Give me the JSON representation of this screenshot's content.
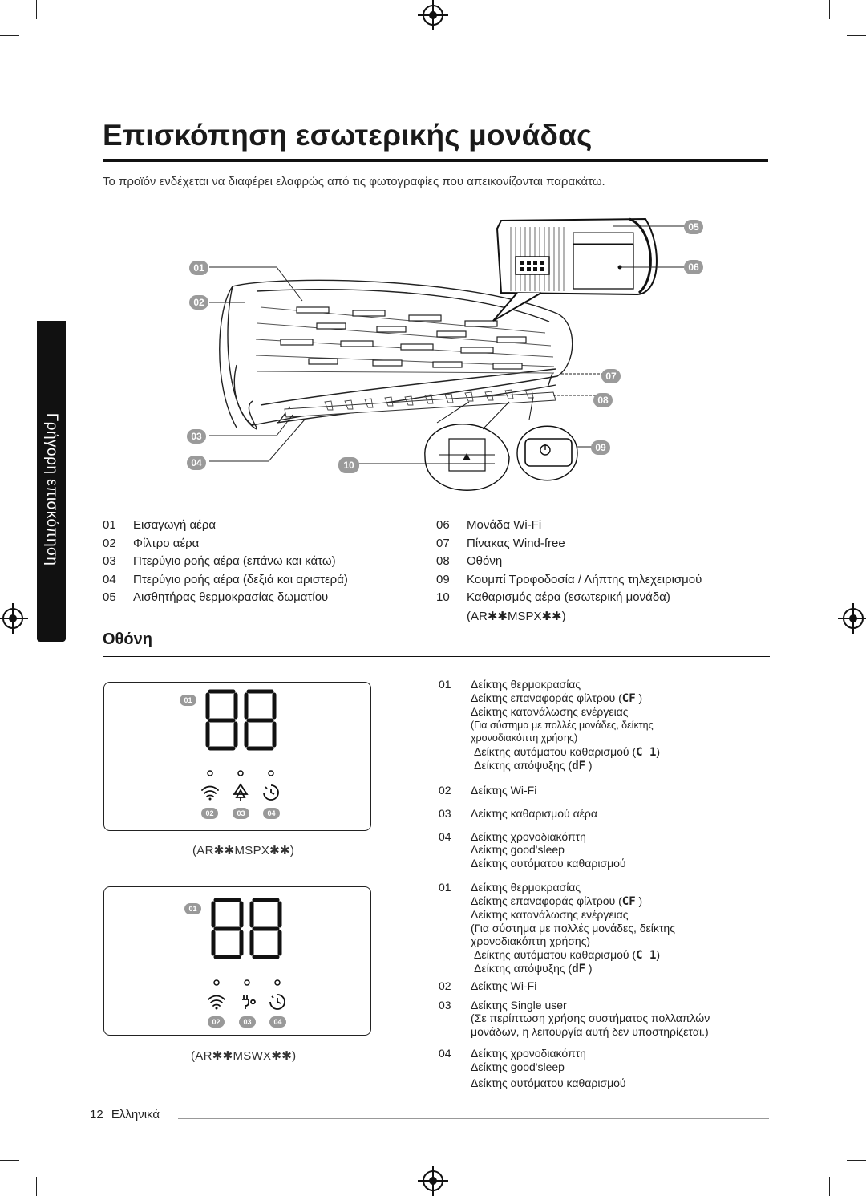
{
  "title": "Επισκόπηση εσωτερικής μονάδας",
  "intro": "Το προϊόν ενδέχεται να διαφέρει ελαφρώς από τις φωτογραφίες που απεικονίζονται παρακάτω.",
  "side_tab": "Γρήγορη επισκόπηση",
  "diagram_callouts": [
    "01",
    "02",
    "03",
    "04",
    "05",
    "06",
    "07",
    "08",
    "09",
    "10"
  ],
  "legend_left": [
    {
      "num": "01",
      "label": "Εισαγωγή αέρα"
    },
    {
      "num": "02",
      "label": "Φίλτρο αέρα"
    },
    {
      "num": "03",
      "label": "Πτερύγιο ροής αέρα (επάνω και κάτω)"
    },
    {
      "num": "04",
      "label": "Πτερύγιο ροής αέρα (δεξιά και αριστερά)"
    },
    {
      "num": "05",
      "label": "Αισθητήρας θερμοκρασίας δωματίου"
    }
  ],
  "legend_right": [
    {
      "num": "06",
      "label": "Μονάδα Wi-Fi"
    },
    {
      "num": "07",
      "label": "Πίνακας Wind-free"
    },
    {
      "num": "08",
      "label": "Οθόνη"
    },
    {
      "num": "09",
      "label": "Κουμπί Τροφοδοσία / Λήπτης τηλεχειρισμού"
    },
    {
      "num": "10",
      "label": "Καθαρισμός αέρα (εσωτερική μονάδα)",
      "sub": "(AR✱✱MSPX✱✱)"
    }
  ],
  "section_title": "Οθόνη",
  "panel1": {
    "badges": [
      "01",
      "02",
      "03",
      "04"
    ],
    "model": "(AR✱✱MSPX✱✱)"
  },
  "panel2": {
    "badges": [
      "01",
      "02",
      "03",
      "04"
    ],
    "model": "(AR✱✱MSWX✱✱)"
  },
  "desc1": {
    "i01": {
      "num": "01",
      "lines": [
        "Δείκτης θερμοκρασίας",
        "Δείκτης επαναφοράς φίλτρου (",
        "Δείκτης κατανάλωσης ενέργειας",
        "(Για σύστημα με πολλές μονάδες, δείκτης",
        "χρονοδιακόπτη χρήσης)",
        "Δείκτης αυτόματου καθαρισμού (",
        "Δείκτης απόψυξης ("
      ]
    },
    "i02": {
      "num": "02",
      "label": "Δείκτης Wi-Fi"
    },
    "i03": {
      "num": "03",
      "label": "Δείκτης καθαρισμού αέρα"
    },
    "i04": {
      "num": "04",
      "lines": [
        "Δείκτης χρονοδιακόπτη",
        "Δείκτης good'sleep",
        "Δείκτης αυτόματου καθαρισμού"
      ]
    }
  },
  "desc2": {
    "i01": {
      "num": "01",
      "lines": [
        "Δείκτης θερμοκρασίας",
        "Δείκτης επαναφοράς φίλτρου (",
        "Δείκτης κατανάλωσης ενέργειας",
        "(Για σύστημα με πολλές μονάδες, δείκτης",
        "χρονοδιακόπτη χρήσης)",
        "Δείκτης αυτόματου καθαρισμού (",
        "Δείκτης απόψυξης ("
      ]
    },
    "i02": {
      "num": "02",
      "label": "Δείκτης Wi-Fi"
    },
    "i03": {
      "num": "03",
      "lines": [
        "Δείκτης Single user",
        "(Σε περίπτωση χρήσης συστήματος πολλαπλών",
        "μονάδων, η λειτουργία αυτή δεν υποστηρίζεται.)"
      ]
    },
    "i04": {
      "num": "04",
      "lines": [
        "Δείκτης χρονοδιακόπτη",
        "Δείκτης good'sleep",
        "Δείκτης αυτόματου καθαρισμού"
      ]
    }
  },
  "footer": {
    "page": "12",
    "language": "Ελληνικά"
  }
}
